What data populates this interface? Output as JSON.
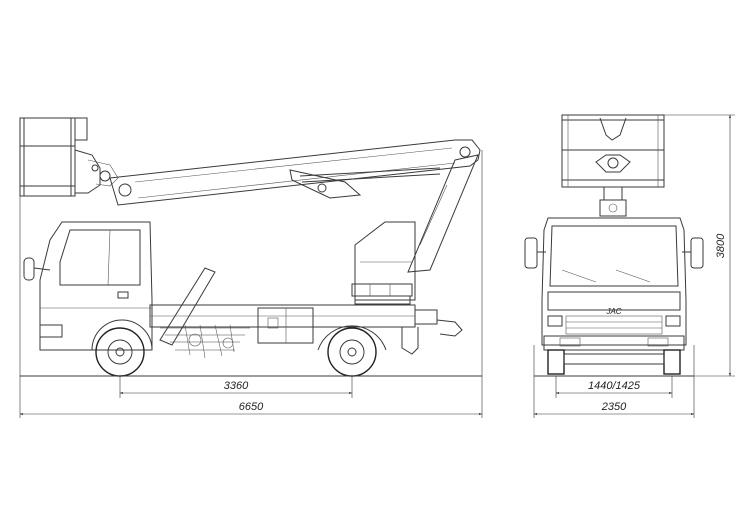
{
  "dimensions": {
    "wheelbase": "3360",
    "overall_length": "6650",
    "track": "1440/1425",
    "overall_width": "2350",
    "overall_height": "3800"
  },
  "branding": {
    "grille_logo": "JAC"
  }
}
